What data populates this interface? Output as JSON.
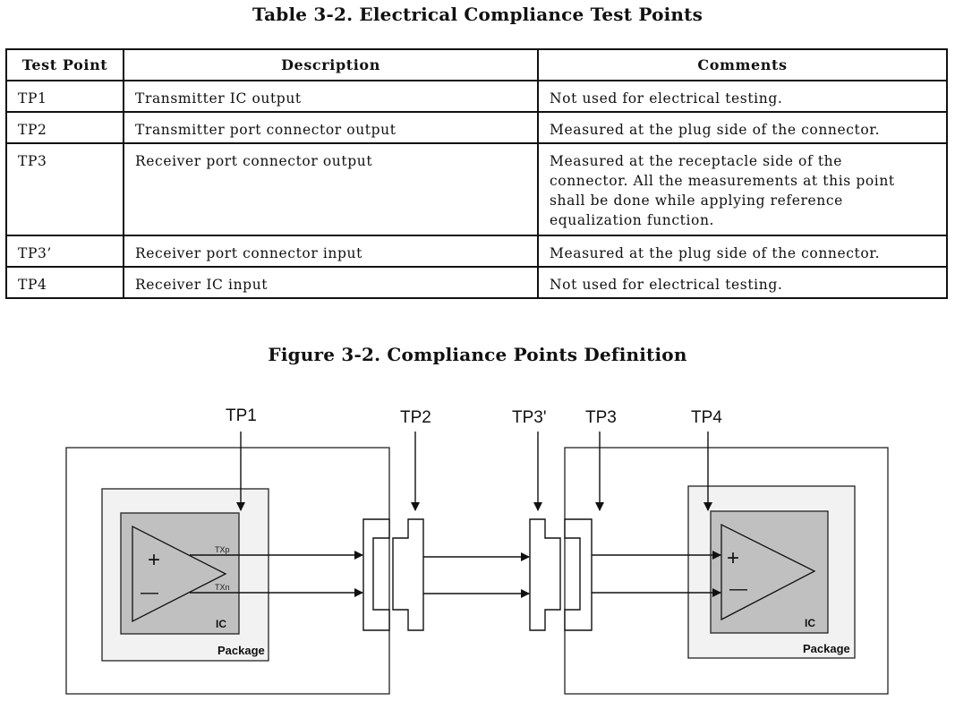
{
  "table": {
    "title": "Table 3-2.  Electrical Compliance Test Points",
    "headers": [
      "Test Point",
      "Description",
      "Comments"
    ],
    "rows": [
      {
        "tp": "TP1",
        "description": "Transmitter IC output",
        "comments": "Not used for electrical testing."
      },
      {
        "tp": "TP2",
        "description": "Transmitter port connector output",
        "comments": "Measured at the plug side of the connector."
      },
      {
        "tp": "TP3",
        "description": "Receiver port connector output",
        "comments": "Measured at the receptacle side of the connector.  All the measurements at this point shall be done while applying reference equalization function."
      },
      {
        "tp": "TP3’",
        "description": "Receiver port connector input",
        "comments": "Measured at the plug side of the connector."
      },
      {
        "tp": "TP4",
        "description": "Receiver IC input",
        "comments": "Not used for electrical testing."
      }
    ]
  },
  "figure": {
    "title": "Figure 3-2.  Compliance Points Definition",
    "labels": {
      "tp1": "TP1",
      "tp2": "TP2",
      "tp3p": "TP3'",
      "tp3": "TP3",
      "tp4": "TP4"
    },
    "tx": {
      "pos_signal": "TXp",
      "neg_signal": "TXn",
      "ic_label": "IC",
      "package_label": "Package",
      "plus": "+",
      "minus": "—"
    },
    "rx": {
      "ic_label": "IC",
      "package_label": "Package",
      "plus": "+",
      "minus": "—"
    },
    "colors": {
      "package_fill": "#f2f2f2",
      "ic_fill": "#c0c0c0",
      "line": "#111111"
    }
  }
}
